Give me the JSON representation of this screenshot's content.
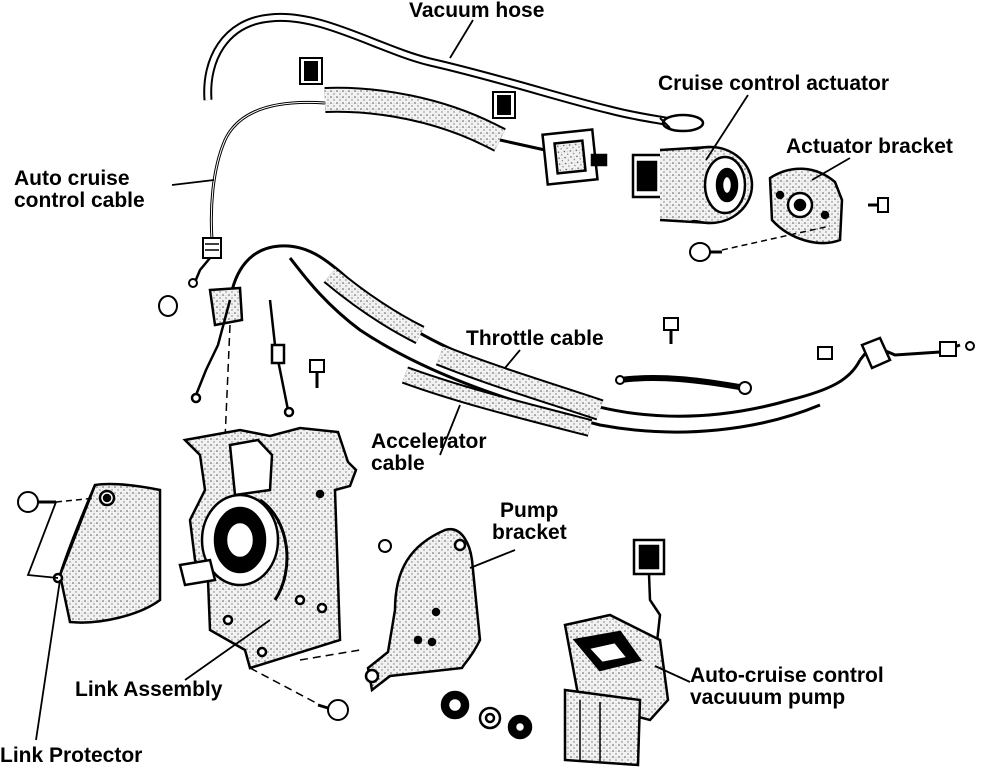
{
  "labels": {
    "vacuum_hose": "Vacuum hose",
    "cruise_control_actuator": "Cruise control actuator",
    "actuator_bracket": "Actuator bracket",
    "auto_cruise_cable_1": "Auto cruise",
    "auto_cruise_cable_2": "control cable",
    "throttle_cable": "Throttle cable",
    "accelerator_cable_1": "Accelerator",
    "accelerator_cable_2": "cable",
    "pump_bracket_1": "Pump",
    "pump_bracket_2": "bracket",
    "vacuum_pump_1": "Auto-cruise control",
    "vacuum_pump_2": "vacuuum pump",
    "link_assembly": "Link Assembly",
    "link_protector": "Link Protector"
  },
  "colors": {
    "ink": "#000000",
    "paper": "#ffffff",
    "shade": "#d4d4d4"
  }
}
